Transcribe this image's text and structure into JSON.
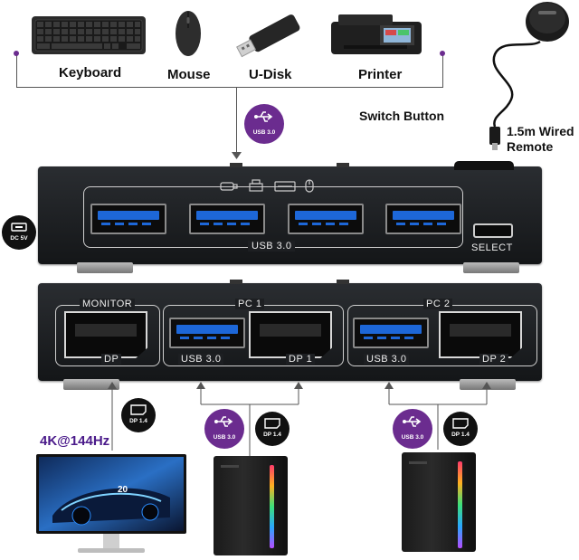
{
  "peripherals": [
    {
      "label": "Keyboard",
      "icon": "keyboard-icon"
    },
    {
      "label": "Mouse",
      "icon": "mouse-icon"
    },
    {
      "label": "U-Disk",
      "icon": "usb-drive-icon"
    },
    {
      "label": "Printer",
      "icon": "printer-icon"
    }
  ],
  "remote": {
    "switch_label": "Switch Button",
    "wired_label_1": "1.5m Wired",
    "wired_label_2": "Remote"
  },
  "front_panel": {
    "usb_label": "USB 3.0",
    "select_label": "SELECT",
    "power_label": "DC 5V"
  },
  "back_panel": {
    "monitor_label": "MONITOR",
    "dp_label": "DP",
    "pc1_label": "PC 1",
    "pc1_usb_label": "USB 3.0",
    "pc1_dp_label": "DP 1",
    "pc2_label": "PC 2",
    "pc2_usb_label": "USB 3.0",
    "pc2_dp_label": "DP 2"
  },
  "badges": {
    "usb": "USB 3.0",
    "dp": "DP 1.4"
  },
  "monitor": {
    "resolution_label": "4K@144Hz",
    "screen_number": "20"
  },
  "colors": {
    "usb_badge": "#6b2c8f",
    "usb_port": "#1d67d8",
    "panel": "#1d1f22"
  }
}
